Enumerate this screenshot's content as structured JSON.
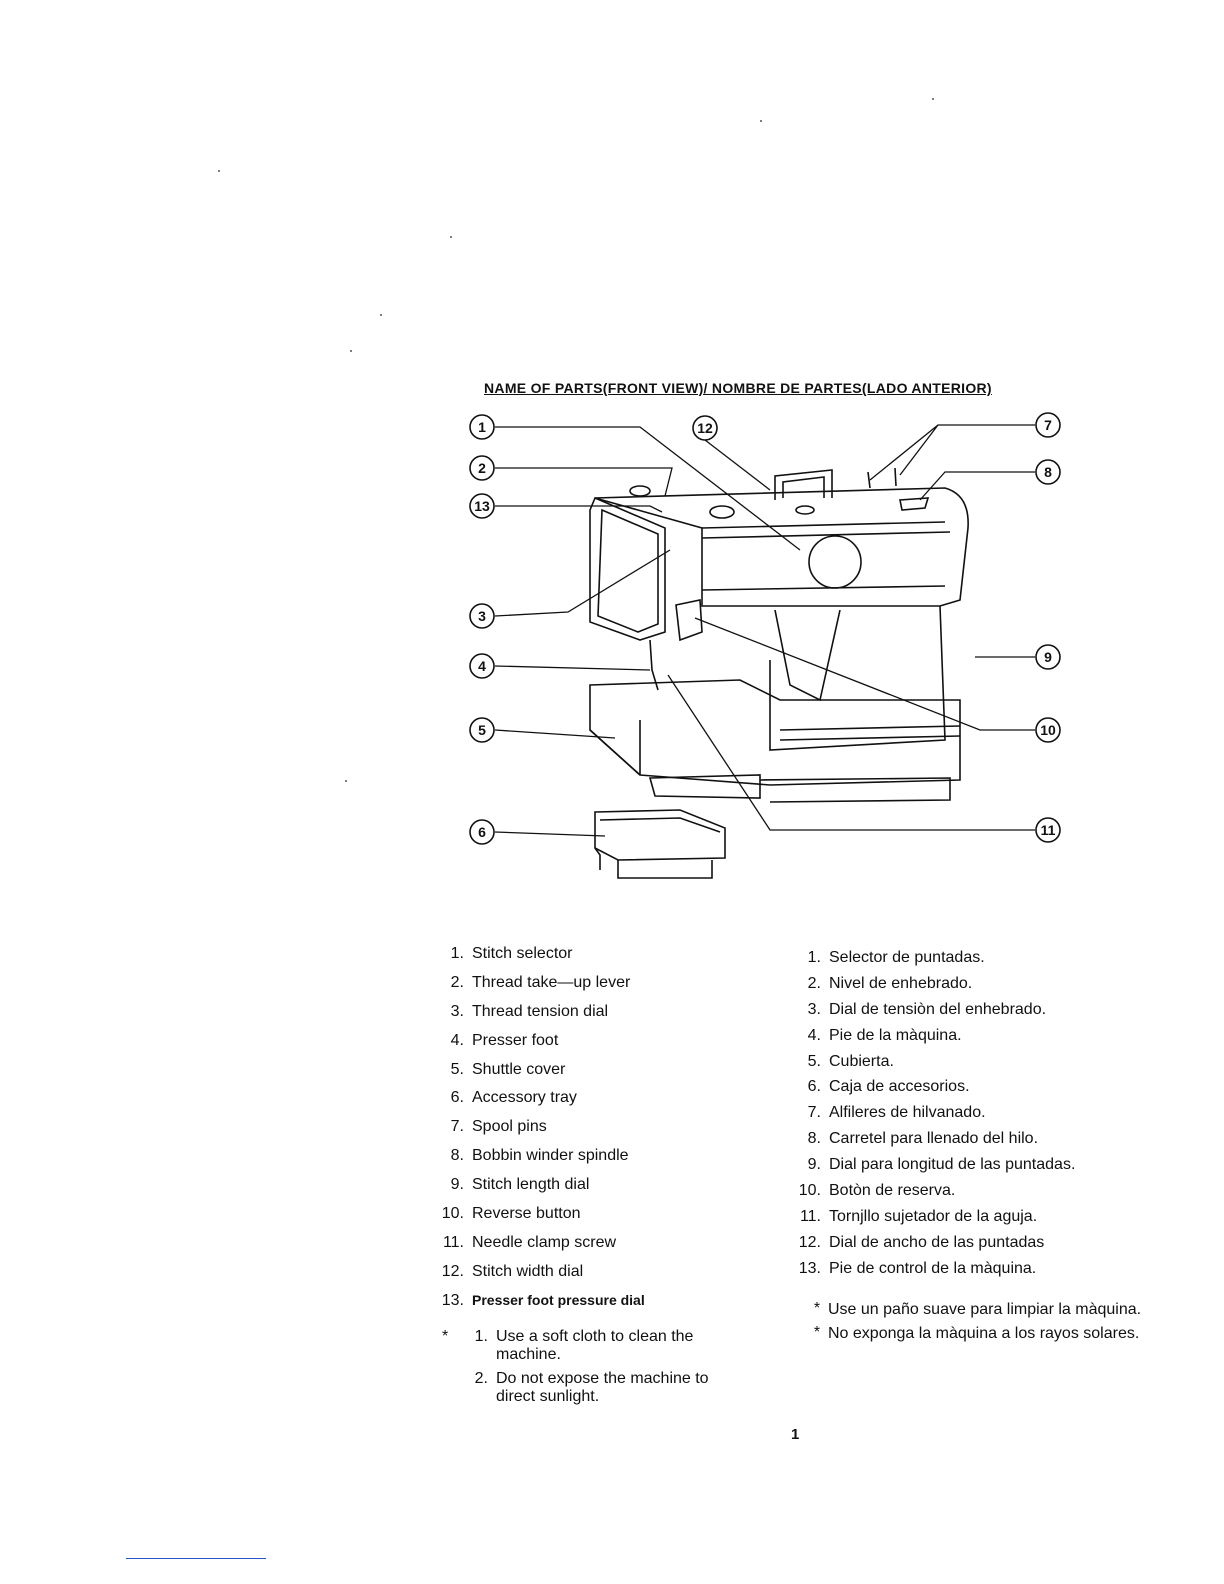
{
  "title": "NAME OF PARTS(FRONT VIEW)/ NOMBRE DE PARTES(LADO ANTERIOR)",
  "callouts": [
    "1",
    "2",
    "3",
    "4",
    "5",
    "6",
    "7",
    "8",
    "9",
    "10",
    "11",
    "12",
    "13"
  ],
  "parts_en": [
    {
      "num": "1.",
      "text": "Stitch selector"
    },
    {
      "num": "2.",
      "text": "Thread take—up lever"
    },
    {
      "num": "3.",
      "text": "Thread tension dial"
    },
    {
      "num": "4.",
      "text": "Presser foot"
    },
    {
      "num": "5.",
      "text": "Shuttle cover"
    },
    {
      "num": "6.",
      "text": "Accessory tray"
    },
    {
      "num": "7.",
      "text": "Spool pins"
    },
    {
      "num": "8.",
      "text": "Bobbin winder spindle"
    },
    {
      "num": "9.",
      "text": "Stitch length dial"
    },
    {
      "num": "10.",
      "text": "Reverse button"
    },
    {
      "num": "11.",
      "text": "Needle clamp screw"
    },
    {
      "num": "12.",
      "text": "Stitch width dial"
    },
    {
      "num": "13.",
      "text": "Presser foot pressure dial"
    }
  ],
  "parts_es": [
    {
      "num": "1.",
      "text": "Selector de puntadas."
    },
    {
      "num": "2.",
      "text": "Nivel de enhebrado."
    },
    {
      "num": "3.",
      "text": "Dial de tensiòn del enhebrado."
    },
    {
      "num": "4.",
      "text": "Pie de la màquina."
    },
    {
      "num": "5.",
      "text": "Cubierta."
    },
    {
      "num": "6.",
      "text": "Caja de accesorios."
    },
    {
      "num": "7.",
      "text": "Alfileres de hilvanado."
    },
    {
      "num": "8.",
      "text": "Carretel para llenado del hilo."
    },
    {
      "num": "9.",
      "text": "Dial para longitud de las puntadas."
    },
    {
      "num": "10.",
      "text": "Botòn de reserva."
    },
    {
      "num": "11.",
      "text": "Tornjllo sujetador de la aguja."
    },
    {
      "num": "12.",
      "text": "Dial de ancho de las puntadas"
    },
    {
      "num": "13.",
      "text": "Pie de control de la màquina."
    }
  ],
  "notes_en": {
    "bullet": "*",
    "items": [
      {
        "num": "1.",
        "text": "Use a soft cloth to clean the machine."
      },
      {
        "num": "2.",
        "text": "Do not expose the machine to direct sunlight."
      }
    ]
  },
  "notes_es": [
    {
      "bullet": "*",
      "text": "Use un paño suave para limpiar la màquina."
    },
    {
      "bullet": "*",
      "text": "No exponga la màquina a los rayos solares."
    }
  ],
  "page_number": "1"
}
